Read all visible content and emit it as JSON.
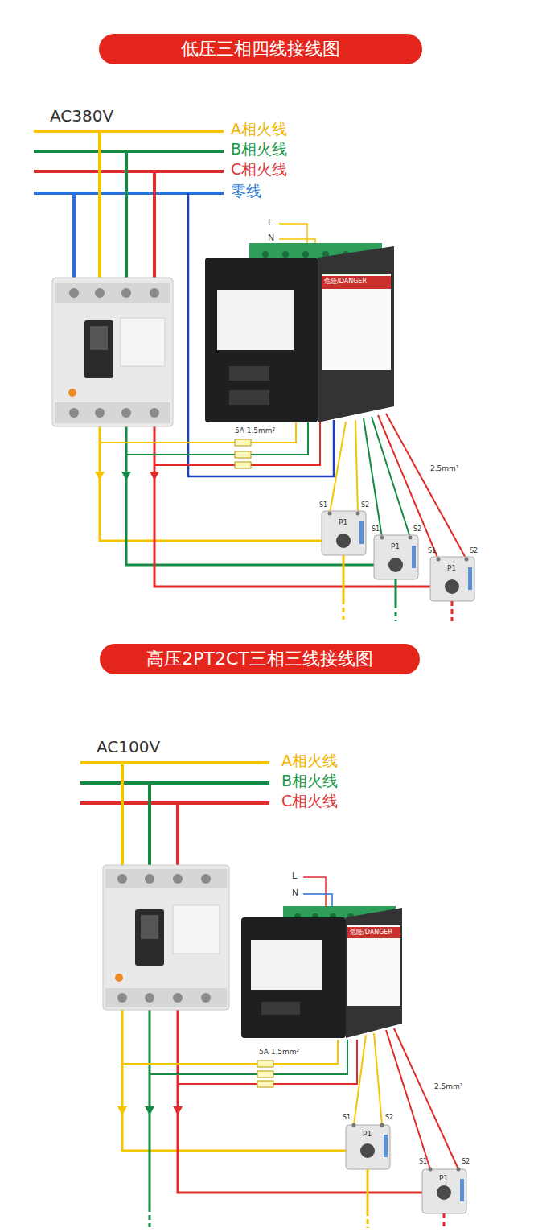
{
  "diagram": {
    "nodes": [
      {
        "text": [
          "低压三相四线接线图"
        ]
      },
      {
        "text": [
          "高压2PT2CT三相三线接线图"
        ]
      }
    ],
    "labels": [
      "AC380V",
      "A相火线",
      "B相火线",
      "C相火线",
      "零线",
      "L",
      "N",
      "危险/DANGER",
      "5A 1.5mm²",
      "2.5mm²",
      "S1",
      "S2",
      "P1",
      "S1",
      "S2",
      "P1",
      "S1",
      "S2",
      "P1",
      "AC100V",
      "A相火线",
      "B相火线",
      "C相火线",
      "L",
      "N",
      "危险/DANGER",
      "5A 1.5mm²",
      "2.5mm²",
      "S1",
      "S2",
      "P1",
      "S1",
      "S2",
      "P1"
    ]
  }
}
